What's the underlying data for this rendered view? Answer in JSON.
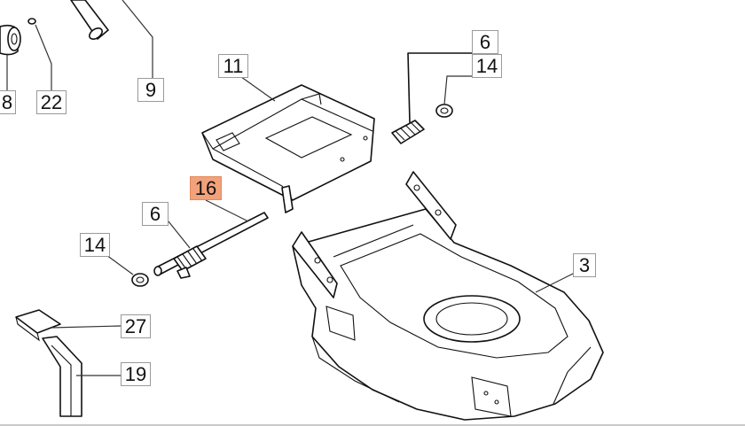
{
  "part_labels": {
    "p8": "8",
    "p22": "22",
    "p9": "9",
    "p11": "11",
    "p6_top": "6",
    "p14_top": "14",
    "p16": "16",
    "p6_left": "6",
    "p14_left": "14",
    "p3": "3",
    "p27": "27",
    "p19": "19"
  },
  "colors": {
    "highlight": "#f2a27a",
    "line": "#111111"
  }
}
